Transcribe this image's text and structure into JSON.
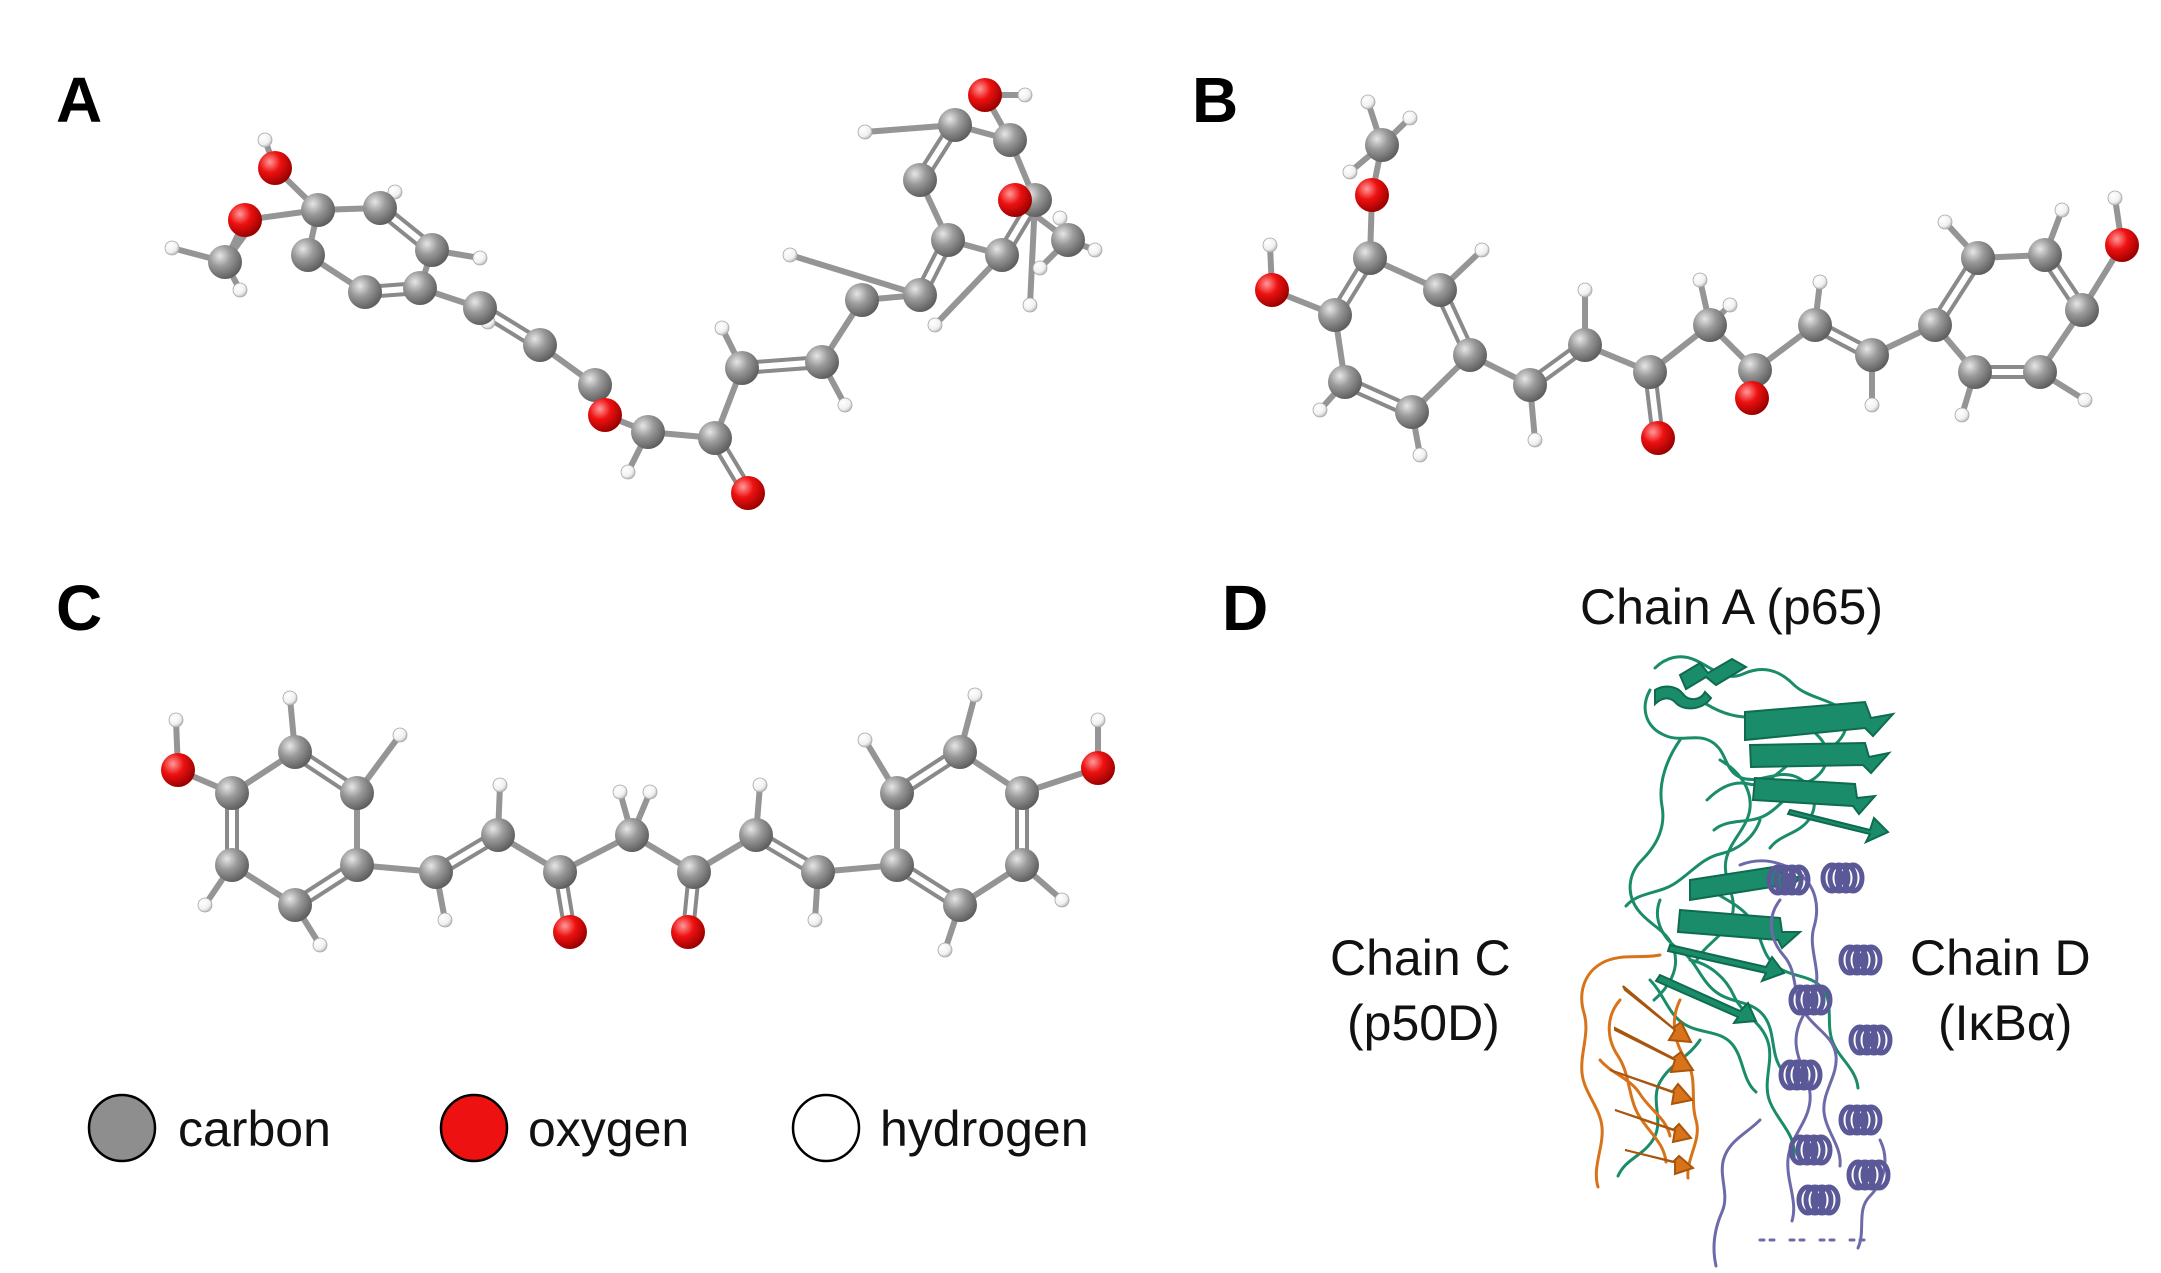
{
  "panels": {
    "a": {
      "letter": "A"
    },
    "b": {
      "letter": "B"
    },
    "c": {
      "letter": "C"
    },
    "d": {
      "letter": "D"
    }
  },
  "protein": {
    "chain_a": "Chain A (p65)",
    "chain_c_line1": "Chain C",
    "chain_c_line2": "(p50D)",
    "chain_d_line1": "Chain D",
    "chain_d_line2": "(IκBα)"
  },
  "legend": {
    "carbon": "carbon",
    "oxygen": "oxygen",
    "hydrogen": "hydrogen"
  },
  "colors": {
    "carbon": "#8e8e8e",
    "oxygen": "#ee1111",
    "hydrogen": "#f4f4f4",
    "bond": "#9a9a9a",
    "chain_a": "#1a8c6a",
    "chain_c": "#d9731a",
    "chain_d": "#6c6aa8"
  }
}
